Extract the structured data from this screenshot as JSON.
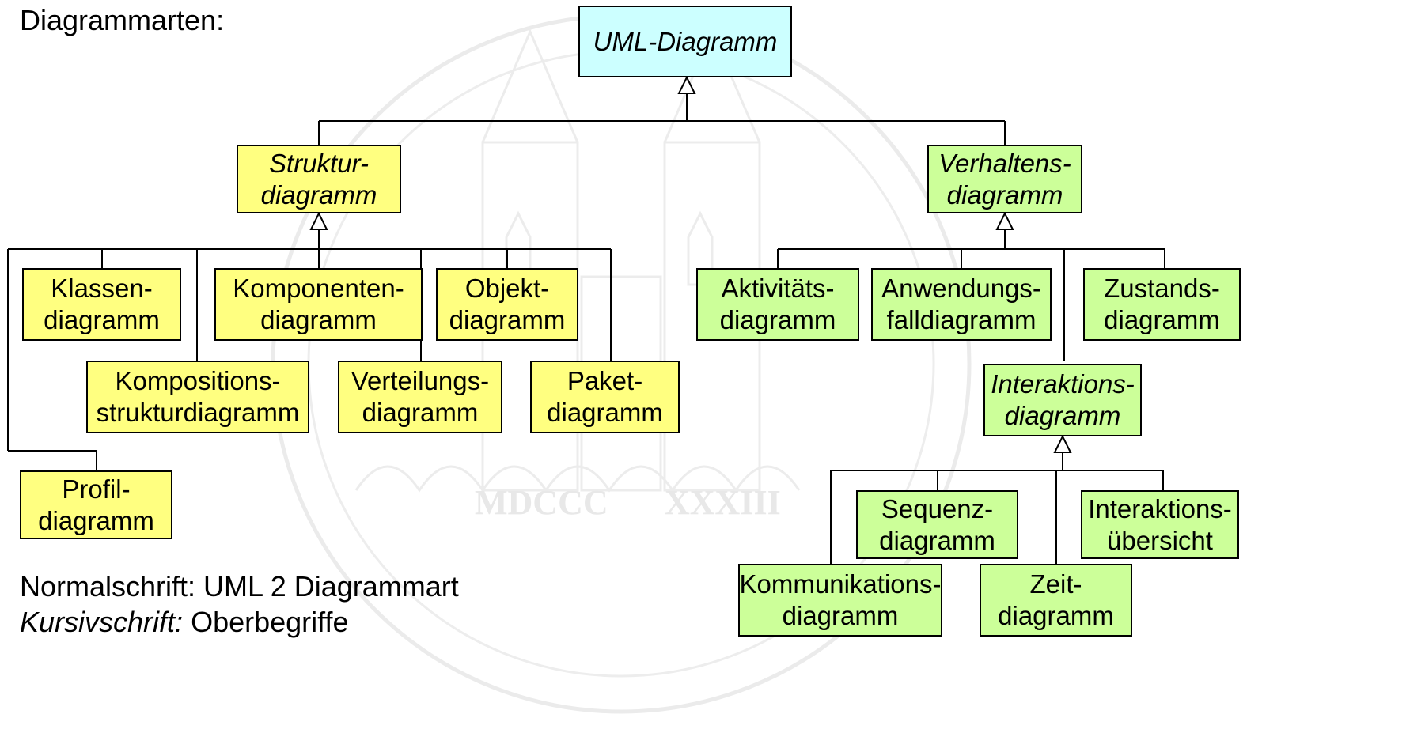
{
  "heading": "Diagrammarten:",
  "root": "UML-Diagramm",
  "groups": {
    "struktur": [
      "Struktur-",
      "diagramm"
    ],
    "verhalten": [
      "Verhaltens-",
      "diagramm"
    ],
    "interaktion": [
      "Interaktions-",
      "diagramm"
    ]
  },
  "diagrams": {
    "klassen": [
      "Klassen-",
      "diagramm"
    ],
    "komponenten": [
      "Komponenten-",
      "diagramm"
    ],
    "objekt": [
      "Objekt-",
      "diagramm"
    ],
    "kompositions": [
      "Kompositions-",
      "strukturdiagramm"
    ],
    "verteilungs": [
      "Verteilungs-",
      "diagramm"
    ],
    "paket": [
      "Paket-",
      "diagramm"
    ],
    "profil": [
      "Profil-",
      "diagramm"
    ],
    "aktivitaets": [
      "Aktivitäts-",
      "diagramm"
    ],
    "anwendungsfall": [
      "Anwendungs-",
      "falldiagramm"
    ],
    "zustands": [
      "Zustands-",
      "diagramm"
    ],
    "sequenz": [
      "Sequenz-",
      "diagramm"
    ],
    "interaktionsuebersicht": [
      "Interaktions-",
      "übersicht"
    ],
    "kommunikations": [
      "Kommunikations-",
      "diagramm"
    ],
    "zeit": [
      "Zeit-",
      "diagramm"
    ]
  },
  "legend": {
    "normal_prefix": "Normalschrift:",
    "normal_text": "UML 2 Diagrammart",
    "italic_prefix": "Kursivschrift:",
    "italic_text": "Oberbegriffe"
  },
  "watermark_text": [
    "MDCCC",
    "XXXIII"
  ],
  "colors": {
    "root": "#ccffff",
    "structure": "#ffff80",
    "behavior": "#ccff99",
    "watermark": "#e6e6e6"
  }
}
